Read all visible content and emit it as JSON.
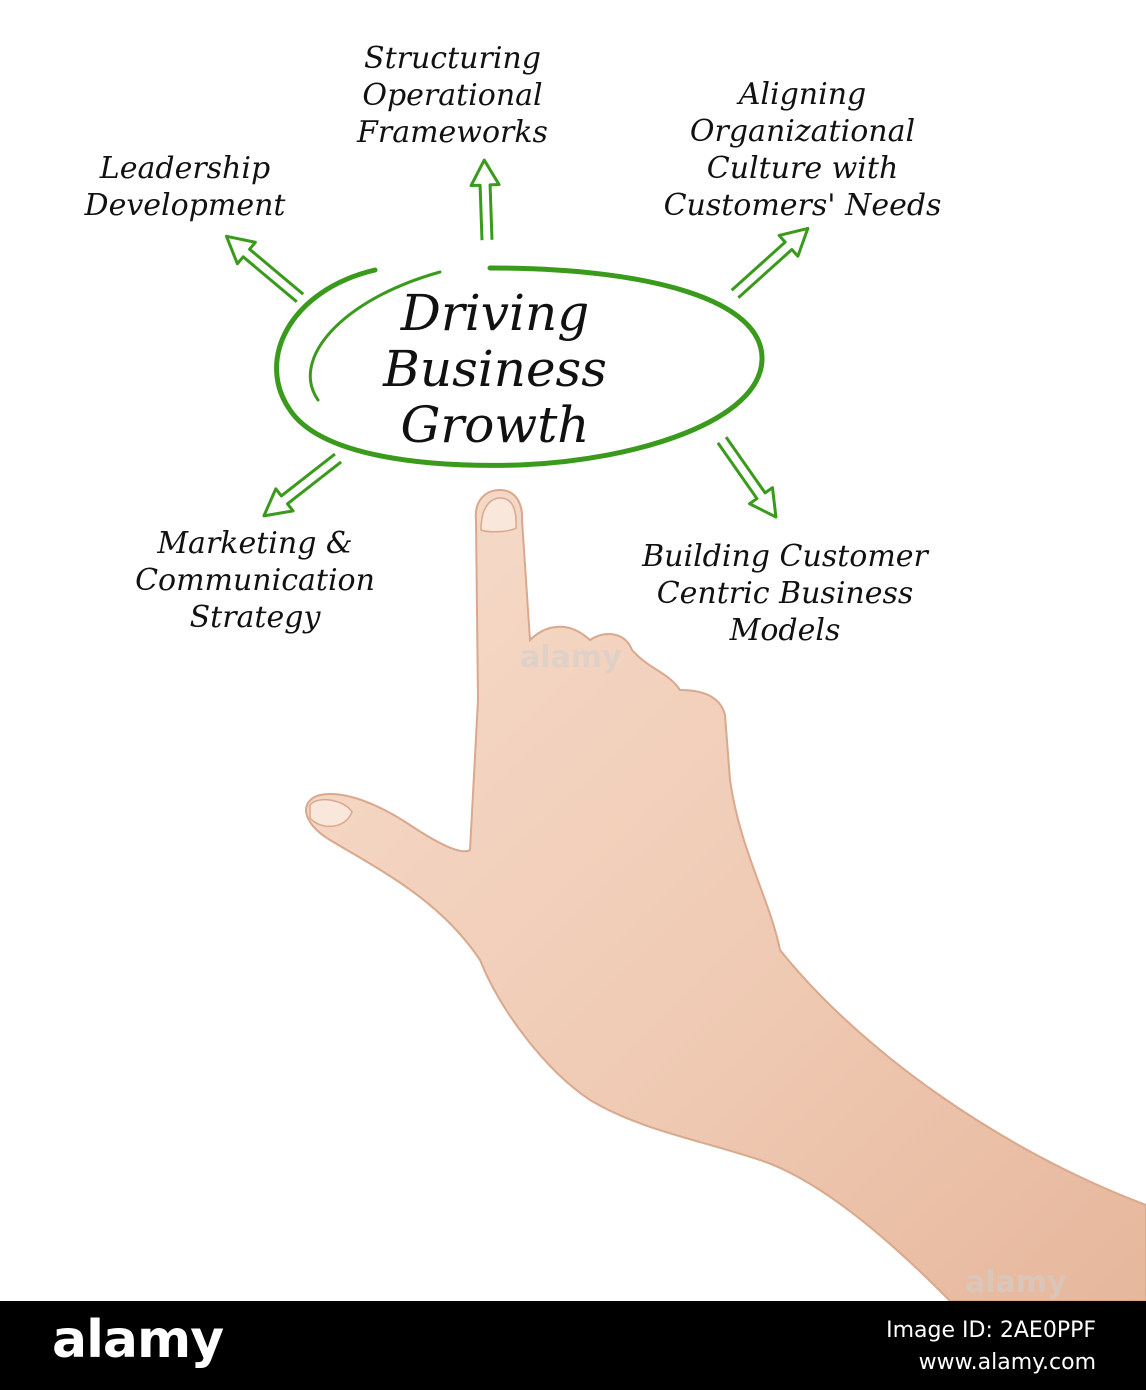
{
  "diagram": {
    "center": "Driving\nBusiness\nGrowth",
    "labels": {
      "leadership": "Leadership\nDevelopment",
      "structuring": "Structuring\nOperational\nFrameworks",
      "aligning": "Aligning\nOrganizational\nCulture with\nCustomers' Needs",
      "marketing": "Marketing &\nCommunication\nStrategy",
      "building": "Building Customer\nCentric Business\nModels"
    }
  },
  "colors": {
    "accent": "#3a9a1c",
    "text": "#111111",
    "skin": "#f1cdb7",
    "footer": "#000000"
  },
  "footer": {
    "brand": "alamy",
    "image_id": "Image ID: 2AE0PPF",
    "site": "www.alamy.com"
  },
  "watermarks": {
    "upper": "alamy",
    "lower": "alamy"
  }
}
